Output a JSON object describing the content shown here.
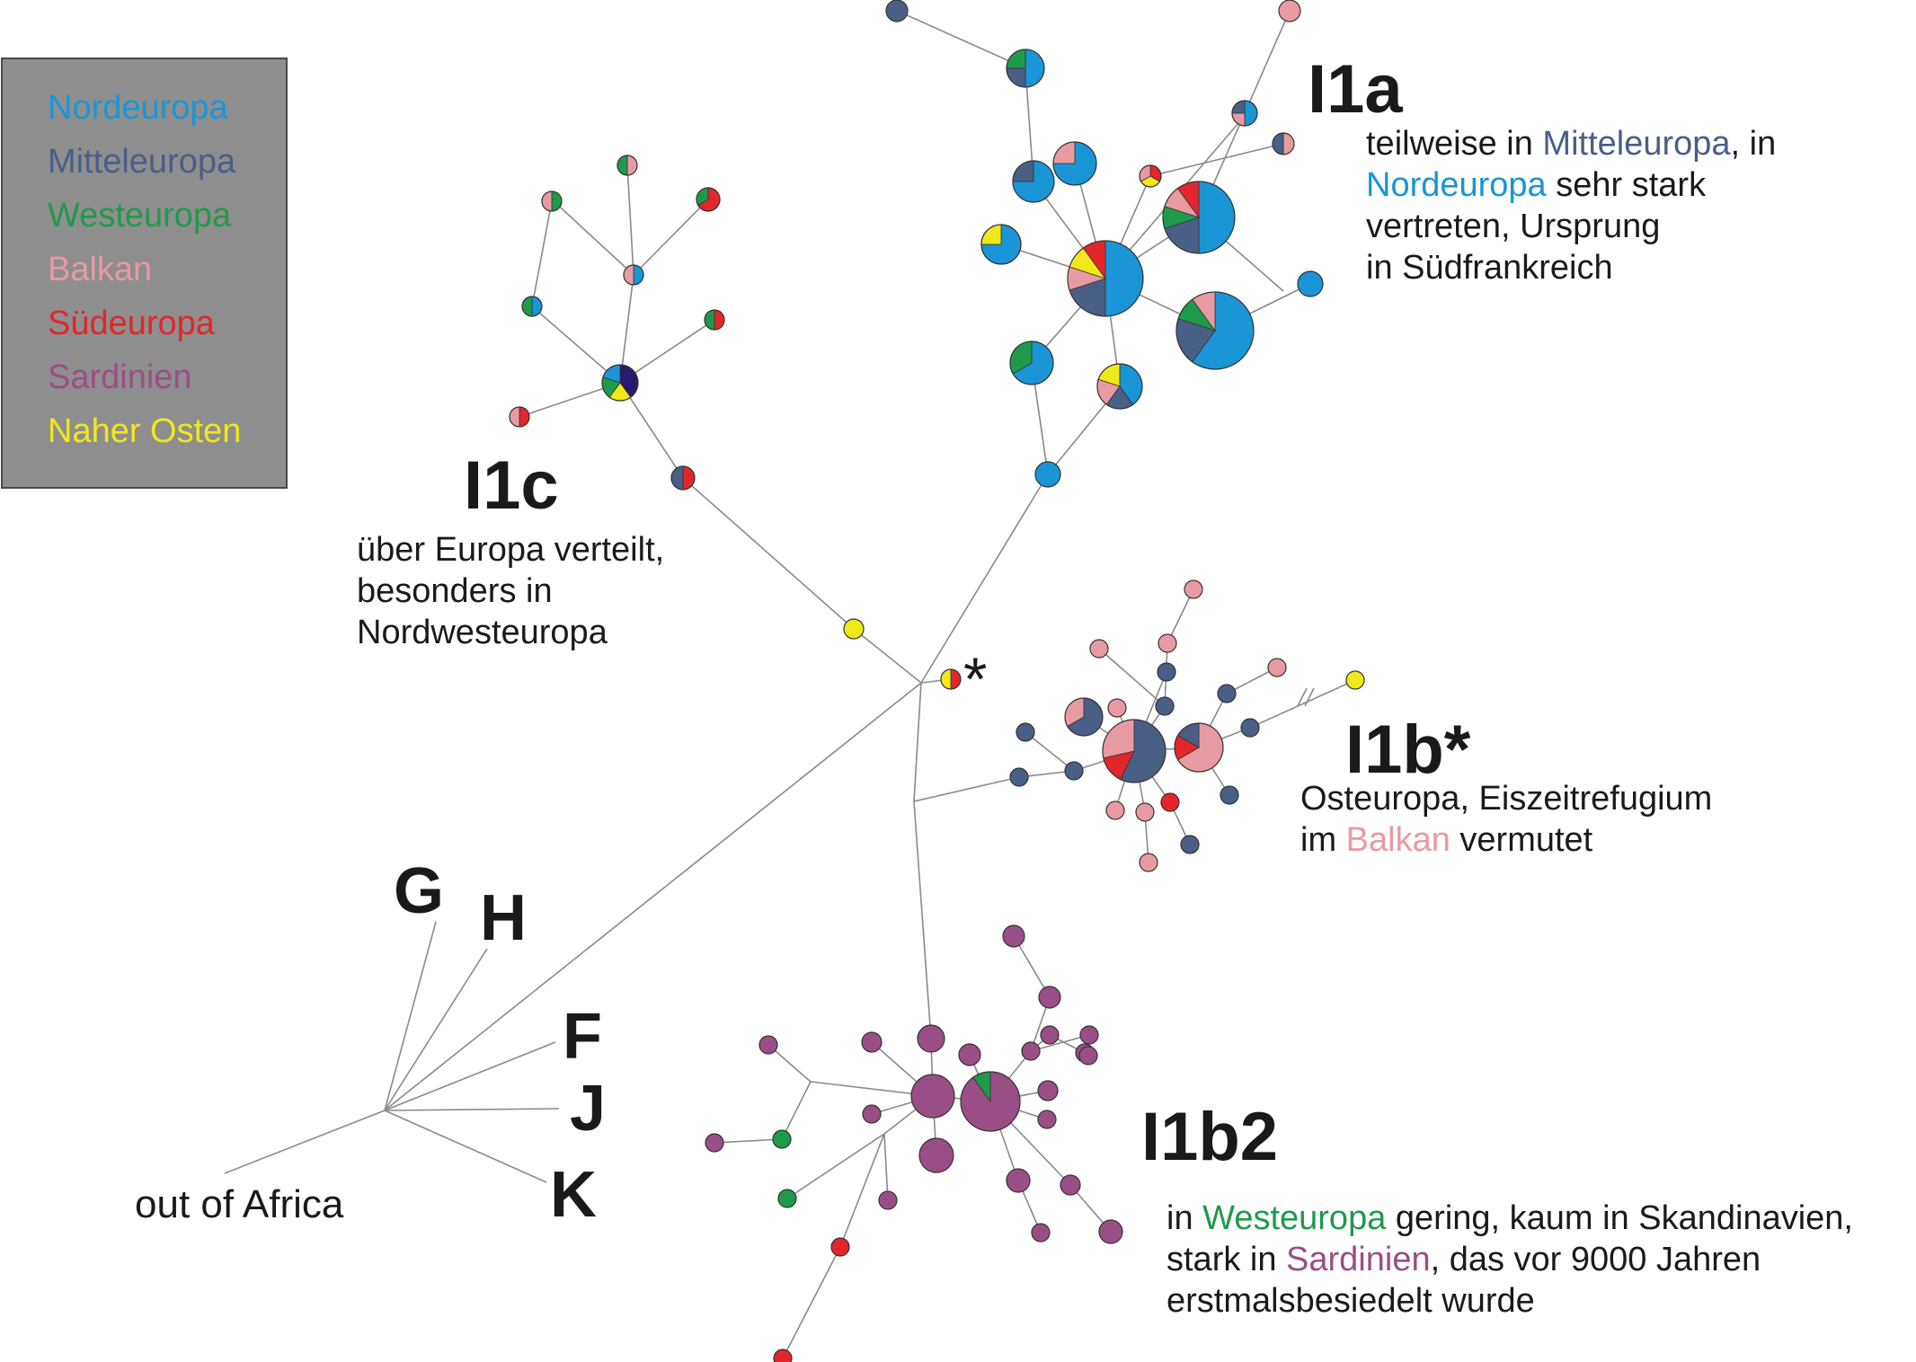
{
  "legend": {
    "items": [
      {
        "label": "Nordeuropa",
        "color": "#1a95d6"
      },
      {
        "label": "Mitteleuropa",
        "color": "#4a5f86"
      },
      {
        "label": "Westeuropa",
        "color": "#1f9a4a"
      },
      {
        "label": "Balkan",
        "color": "#e89aa3"
      },
      {
        "label": "Südeuropa",
        "color": "#e2262b"
      },
      {
        "label": "Sardinien",
        "color": "#9a4e86"
      },
      {
        "label": "Naher Osten",
        "color": "#f0e81a"
      }
    ]
  },
  "colors": {
    "nord": "#1a95d6",
    "mittel": "#4a5f86",
    "west": "#1f9a4a",
    "balkan": "#e89aa3",
    "sued": "#e2262b",
    "sard": "#9a4e86",
    "nahost": "#f0e81a",
    "dark": "#2a1a6e",
    "edge": "#8a8a8a"
  },
  "clades": {
    "i1a": {
      "title": "I1a",
      "lines": [
        [
          {
            "t": "teilweise in "
          },
          {
            "t": "Mitteleuropa",
            "c": "mittel"
          },
          {
            "t": ", in"
          }
        ],
        [
          {
            "t": "Nordeuropa",
            "c": "nord"
          },
          {
            "t": " sehr stark"
          }
        ],
        [
          {
            "t": "vertreten, Ursprung"
          }
        ],
        [
          {
            "t": "in Südfrankreich"
          }
        ]
      ]
    },
    "i1c": {
      "title": "I1c",
      "lines": [
        [
          {
            "t": "über Europa verteilt,"
          }
        ],
        [
          {
            "t": "besonders in"
          }
        ],
        [
          {
            "t": "Nordwesteuropa"
          }
        ]
      ]
    },
    "i1b": {
      "title": "I1b*",
      "lines": [
        [
          {
            "t": "Osteuropa, Eiszeitrefugium"
          }
        ],
        [
          {
            "t": "im "
          },
          {
            "t": "Balkan",
            "c": "balkan"
          },
          {
            "t": " vermutet"
          }
        ]
      ]
    },
    "i1b2": {
      "title": "I1b2",
      "lines": [
        [
          {
            "t": "in "
          },
          {
            "t": "Westeuropa",
            "c": "west"
          },
          {
            "t": " gering, kaum in Skandinavien,"
          }
        ],
        [
          {
            "t": "stark in "
          },
          {
            "t": "Sardinien",
            "c": "sard"
          },
          {
            "t": ", das vor 9000 Jahren"
          }
        ],
        [
          {
            "t": "erstmalsbesiedelt wurde"
          }
        ]
      ]
    }
  },
  "haplogroups": {
    "g": "G",
    "h": "H",
    "f": "F",
    "j": "J",
    "k": "K"
  },
  "root_label": "out of Africa",
  "root_marker": "*"
}
